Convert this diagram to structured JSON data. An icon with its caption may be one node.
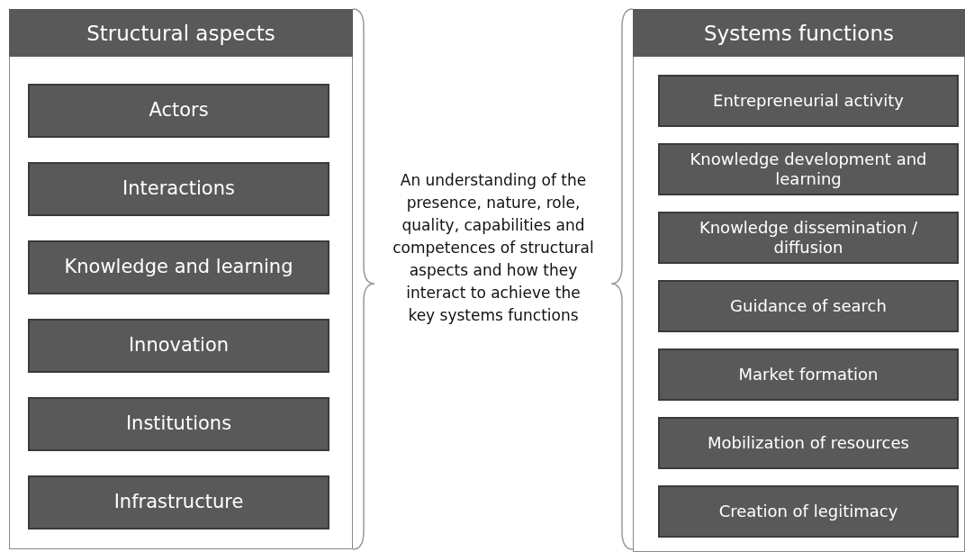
{
  "diagram": {
    "nodes": [
      {
        "text": [
          "Structural aspects"
        ]
      },
      {
        "text": [
          "Actors"
        ],
        "in": 0
      },
      {
        "text": [
          "Interactions"
        ],
        "in": 0
      },
      {
        "text": [
          "Knowledge and learning"
        ],
        "in": 0
      },
      {
        "text": [
          "Innovation"
        ],
        "in": 0
      },
      {
        "text": [
          "Institutions"
        ],
        "in": 0
      },
      {
        "text": [
          "Infrastructure"
        ],
        "in": 0
      },
      {
        "text": [
          "Systems functions"
        ]
      },
      {
        "text": [
          "Entrepreneurial activity"
        ],
        "in": 7
      },
      {
        "text": [
          "Knowledge development and learning"
        ],
        "in": 7
      },
      {
        "text": [
          "Knowledge dissemination / diffusion"
        ],
        "in": 7
      },
      {
        "text": [
          "Guidance of search"
        ],
        "in": 7
      },
      {
        "text": [
          "Market formation"
        ],
        "in": 7
      },
      {
        "text": [
          "Mobilization of resources"
        ],
        "in": 7
      },
      {
        "text": [
          "Creation of legitimacy"
        ],
        "in": 7
      }
    ],
    "edges": [],
    "labels": [
      "An understanding of the presence, nature, role, quality, capabilities and competences of structural aspects and how they interact to achieve the key systems functions"
    ]
  }
}
